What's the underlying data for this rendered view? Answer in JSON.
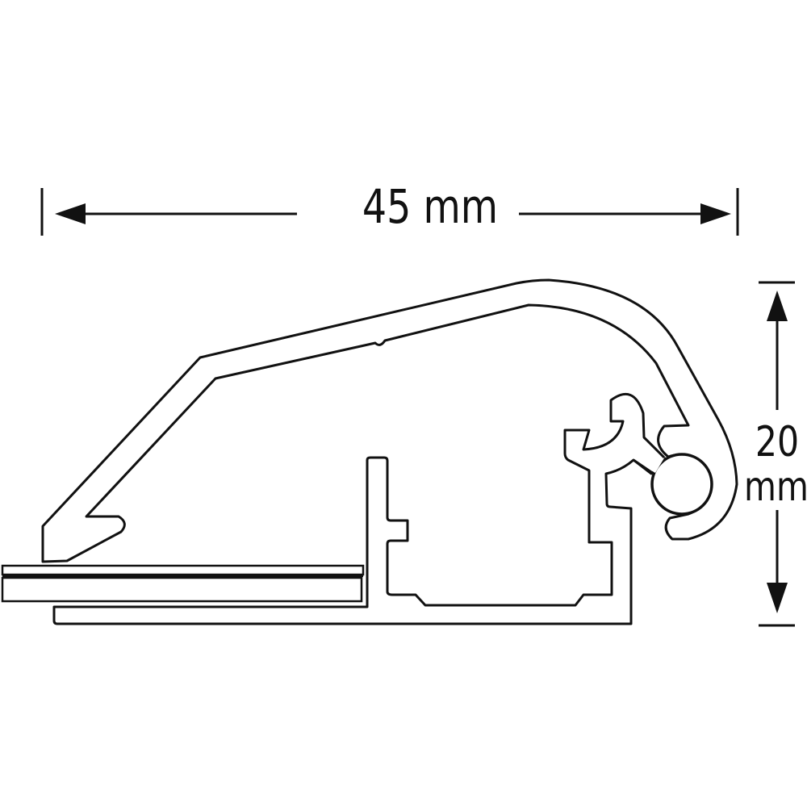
{
  "diagram": {
    "width_dimension": {
      "value": "45",
      "unit": "mm",
      "label": "45 mm"
    },
    "height_dimension": {
      "value": "20",
      "unit": "mm"
    },
    "colors": {
      "line": "#111111",
      "background": "#ffffff"
    }
  }
}
